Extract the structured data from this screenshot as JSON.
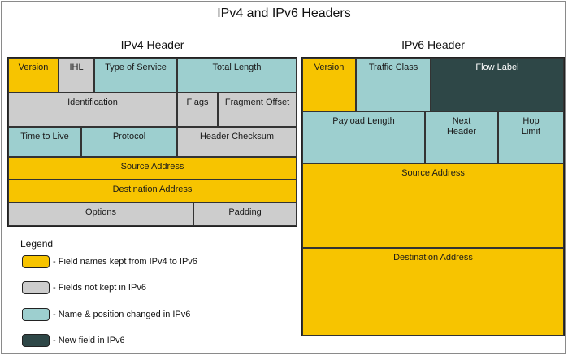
{
  "title": "IPv4 and IPv6 Headers",
  "colors": {
    "kept": "#f7c400",
    "not_kept": "#cdcdcd",
    "changed": "#9dcfcf",
    "new": "#2e4747"
  },
  "ipv4": {
    "title": "IPv4 Header",
    "fields": {
      "version": "Version",
      "ihl": "IHL",
      "type_of_service": "Type of Service",
      "total_length": "Total Length",
      "identification": "Identification",
      "flags": "Flags",
      "fragment_offset": "Fragment Offset",
      "time_to_live": "Time to Live",
      "protocol": "Protocol",
      "header_checksum": "Header Checksum",
      "source_address": "Source Address",
      "destination_address": "Destination Address",
      "options": "Options",
      "padding": "Padding"
    }
  },
  "ipv6": {
    "title": "IPv6 Header",
    "fields": {
      "version": "Version",
      "traffic_class": "Traffic Class",
      "flow_label": "Flow Label",
      "payload_length": "Payload Length",
      "next_header": "Next\nHeader",
      "hop_limit": "Hop\nLimit",
      "source_address": "Source Address",
      "destination_address": "Destination Address"
    }
  },
  "legend": {
    "title": "Legend",
    "items": [
      {
        "label": "- Field names kept from IPv4 to IPv6",
        "category": "kept"
      },
      {
        "label": "- Fields not kept in IPv6",
        "category": "not_kept"
      },
      {
        "label": "- Name & position changed in IPv6",
        "category": "changed"
      },
      {
        "label": "- New field in IPv6",
        "category": "new"
      }
    ]
  }
}
